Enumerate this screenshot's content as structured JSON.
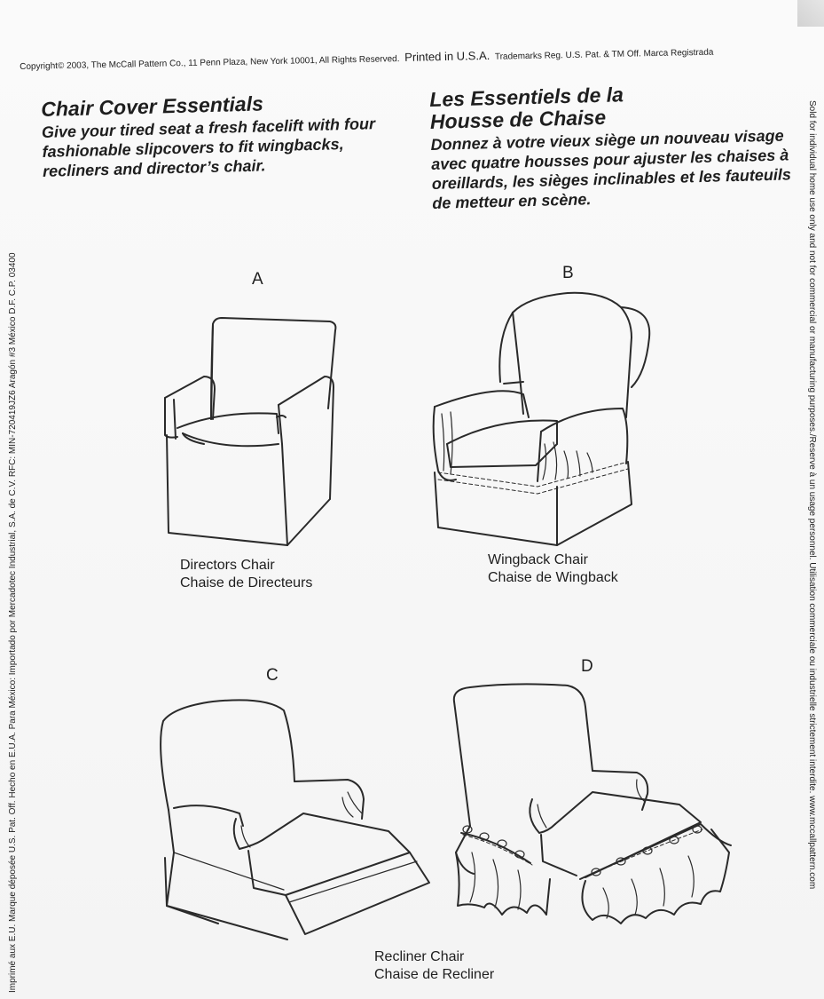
{
  "copyright": {
    "text": "Copyright© 2003, The McCall Pattern Co., 11 Penn Plaza, New York 10001, All Rights Reserved.",
    "printed": "Printed in U.S.A.",
    "trademark": "Trademarks Reg. U.S. Pat. & TM Off. Marca Registrada"
  },
  "english": {
    "title": "Chair Cover Essentials",
    "subtitle": "Give your tired seat a fresh facelift with four fashionable slipcovers to fit wingbacks, recliners and director’s chair."
  },
  "french": {
    "title_line1": "Les Essentiels de la",
    "title_line2": "Housse de Chaise",
    "subtitle": "Donnez à votre vieux siège un nouveau visage avec quatre housses pour ajuster les chaises à oreillards, les sièges inclinables et les fauteuils de metteur en scène."
  },
  "side_left": "Imprimé aux E.U. Marque déposée U.S. Pat. Off.  Hecho en E.U.A.  Para México: Importado por Mercadotec Industrial, S.A. de C.V.  RFC: MIN-720419JZ6  Aragón #3 México D.F.  C.P. 03400",
  "side_right": "Sold for individual home use only and not for commercial or manufacturing purposes./Reserve à un usage personnel. Utilisation commerciale ou industrielle strictement interdite. www.mccallpattern.com",
  "views": {
    "a": {
      "letter": "A",
      "caption_en": "Directors Chair",
      "caption_fr": "Chaise de Directeurs"
    },
    "b": {
      "letter": "B",
      "caption_en": "Wingback Chair",
      "caption_fr": "Chaise de Wingback"
    },
    "c": {
      "letter": "C"
    },
    "d": {
      "letter": "D"
    },
    "cd": {
      "caption_en": "Recliner Chair",
      "caption_fr": "Chaise de Recliner"
    }
  }
}
